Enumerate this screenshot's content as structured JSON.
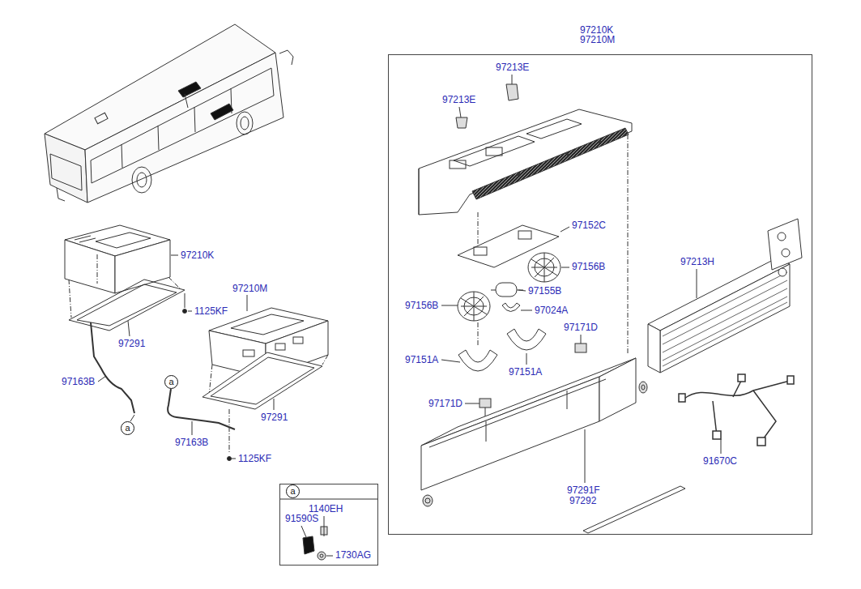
{
  "diagram": {
    "nodes": [
      {
        "text": [
          "97210K",
          "97210M"
        ]
      },
      {
        "text": [
          "1140EH",
          "91590S",
          "1730AG"
        ]
      },
      {
        "text": [
          "a"
        ],
        "in": 1
      },
      {
        "text": [
          "a"
        ]
      },
      {
        "text": [
          "a"
        ]
      }
    ],
    "labels": [
      "97210K",
      "97210M",
      "1125KF",
      "97291",
      "97163B",
      "97291",
      "97163B",
      "1125KF",
      "97213E",
      "97213E",
      "97152C",
      "97156B",
      "97155B",
      "97156B",
      "97024A",
      "97171D",
      "97151A",
      "97151A",
      "97171D",
      "97213H",
      "91670C",
      "97291F",
      "97292"
    ]
  }
}
